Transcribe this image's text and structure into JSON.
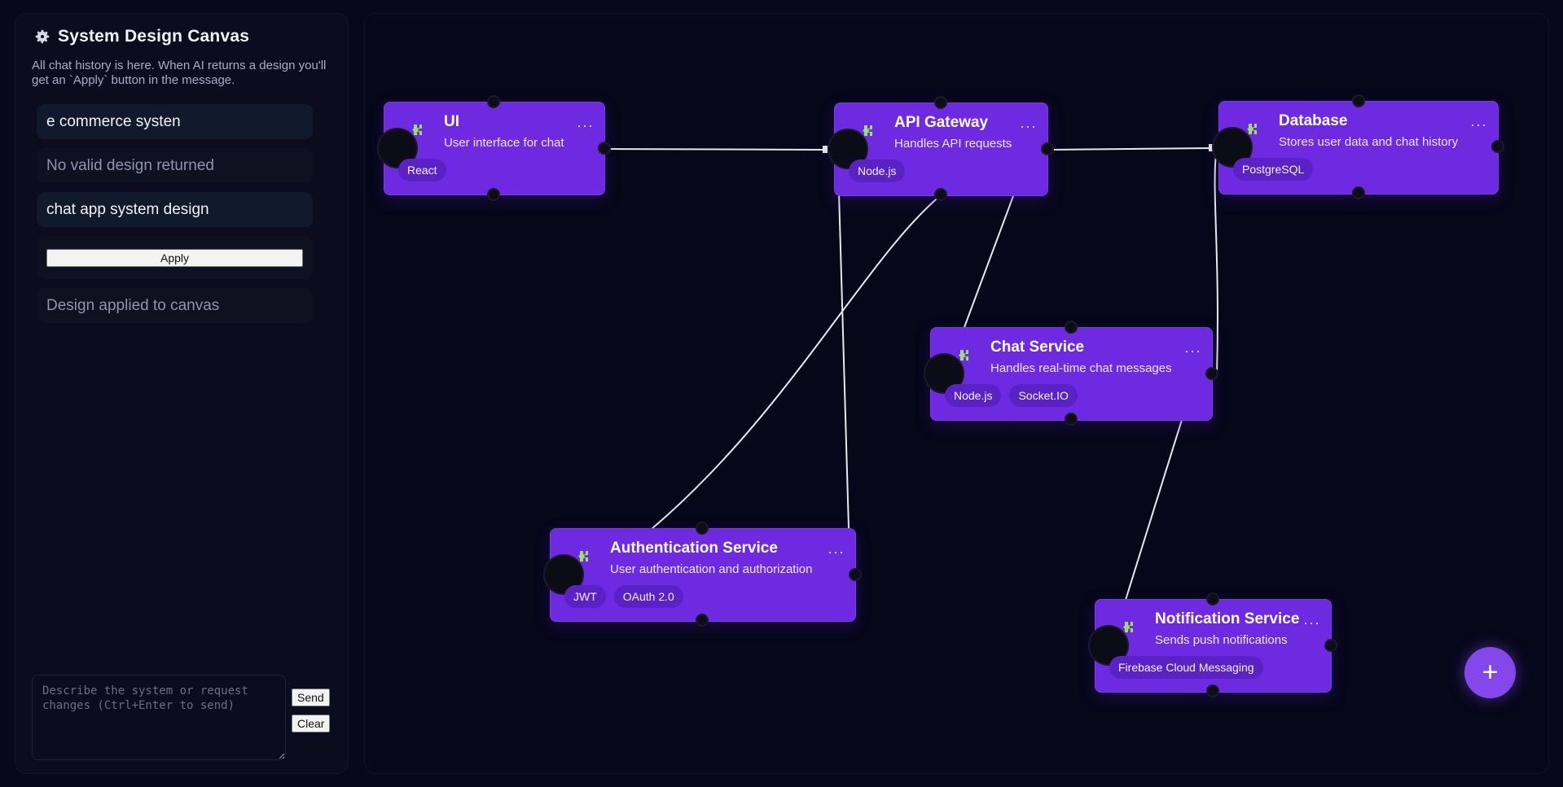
{
  "sidebar": {
    "title": "System Design Canvas",
    "description": "All chat history is here. When AI returns a design you'll get an `Apply` button in the message.",
    "history": [
      {
        "role": "user",
        "text": "e commerce systen"
      },
      {
        "role": "ai",
        "text": "No valid design returned"
      },
      {
        "role": "user",
        "text": "chat app system design"
      },
      {
        "role": "ai-apply",
        "button_label": "Apply"
      },
      {
        "role": "ai",
        "text": "Design applied to canvas"
      }
    ],
    "input_placeholder": "Describe the system or request changes (Ctrl+Enter to send)",
    "send_label": "Send",
    "clear_label": "Clear"
  },
  "canvas": {
    "nodes": {
      "ui": {
        "title": "UI",
        "desc": "User interface for chat",
        "tags": [
          "React"
        ]
      },
      "api_gateway": {
        "title": "API Gateway",
        "desc": "Handles API requests",
        "tags": [
          "Node.js"
        ]
      },
      "database": {
        "title": "Database",
        "desc": "Stores user data and chat history",
        "tags": [
          "PostgreSQL"
        ]
      },
      "chat_service": {
        "title": "Chat Service",
        "desc": "Handles real-time chat messages",
        "tags": [
          "Node.js",
          "Socket.IO"
        ]
      },
      "auth_service": {
        "title": "Authentication Service",
        "desc": "User authentication and authorization",
        "tags": [
          "JWT",
          "OAuth 2.0"
        ]
      },
      "notification_service": {
        "title": "Notification Service",
        "desc": "Sends push notifications",
        "tags": [
          "Firebase Cloud Messaging"
        ]
      }
    },
    "more_label": "···",
    "add_label": "+"
  },
  "colors": {
    "background": "#08081a",
    "node": "#6d2ae0",
    "tag": "#5a22c4",
    "accent": "#8347ea",
    "edge": "#e8e8ee"
  },
  "icons": {
    "header": "gear-icon",
    "node": "puzzle-icon",
    "menu": "more-icon",
    "fab": "plus-icon"
  }
}
